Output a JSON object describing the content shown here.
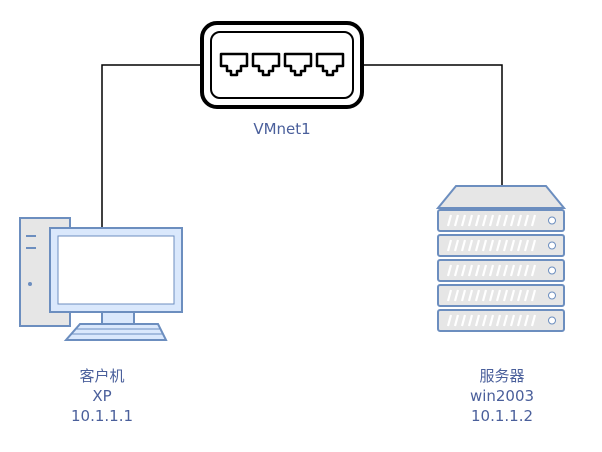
{
  "switch": {
    "label": "VMnet1",
    "ports": 4
  },
  "client": {
    "name": "客户机",
    "os": "XP",
    "ip": "10.1.1.1"
  },
  "server": {
    "name": "服务器",
    "os": "win2003",
    "ip": "10.1.1.2",
    "units": 5
  },
  "colors": {
    "device_stroke": "#6c8ebf",
    "device_fill": "#dae8fc",
    "screen_fill": "#ffffff",
    "server_fill": "#e6e6e6",
    "server_stroke": "#6c8ebf",
    "switch_stroke": "#000000",
    "label": "#4a5f9b",
    "link": "#000000"
  }
}
